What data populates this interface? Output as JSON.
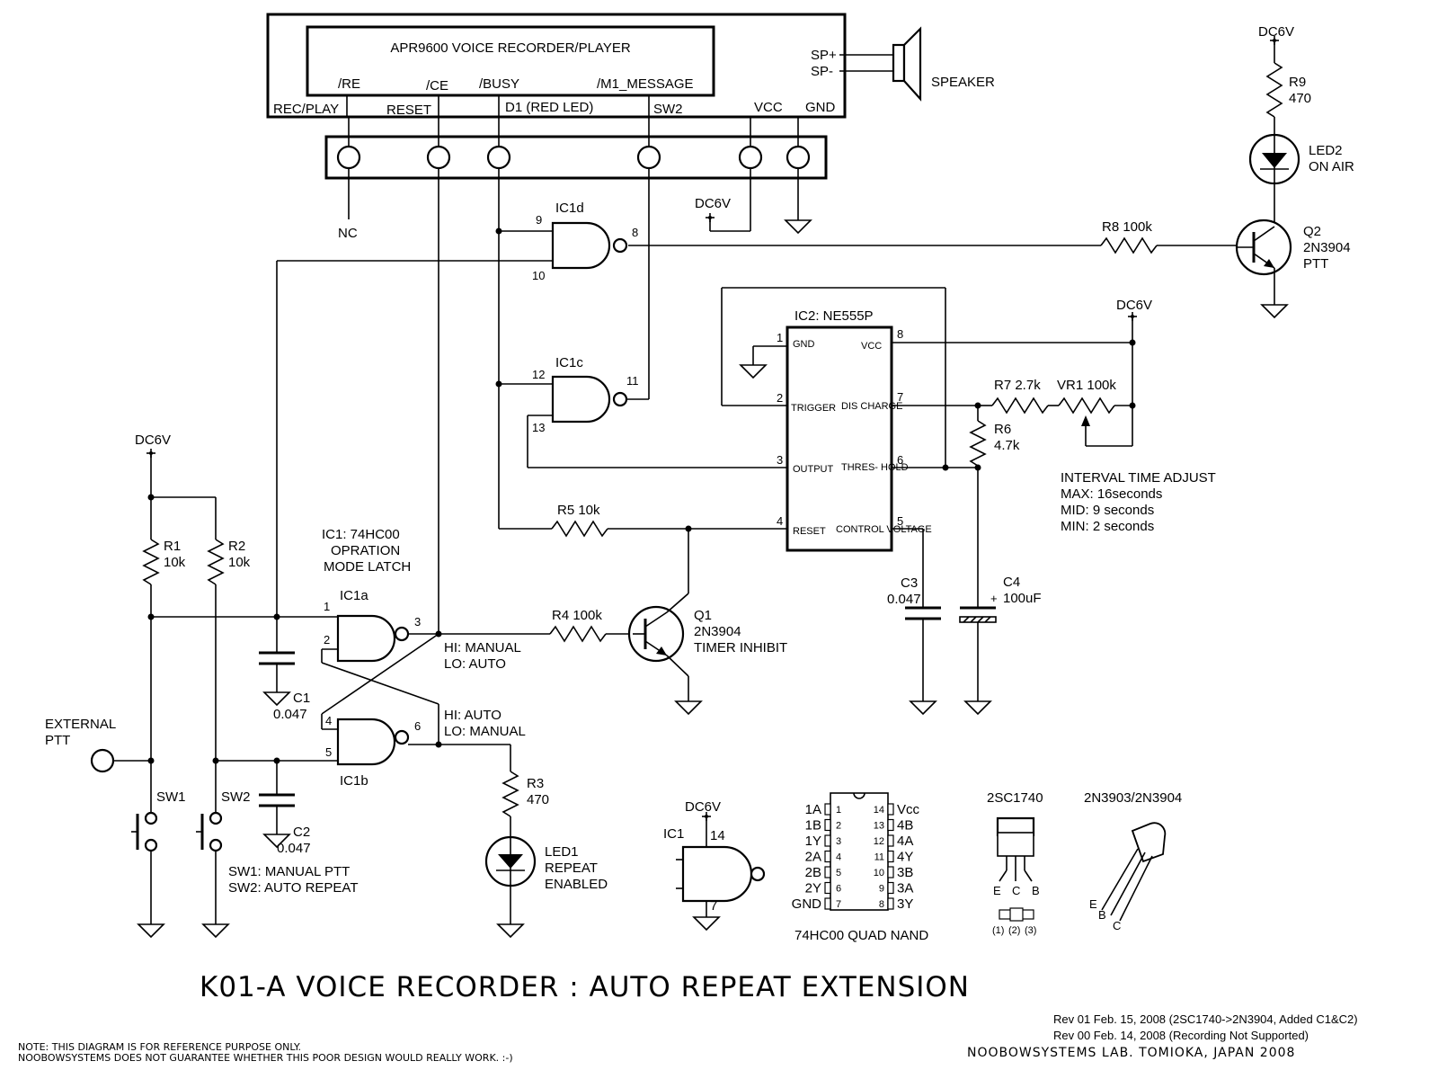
{
  "apr": {
    "title": "APR9600 VOICE RECORDER/PLAYER",
    "inner_pins": [
      "/RE",
      "/CE",
      "/BUSY",
      "/M1_MESSAGE"
    ],
    "outer_pins": [
      "REC/PLAY",
      "RESET",
      "D1 (RED LED)",
      "SW2",
      "VCC",
      "GND"
    ],
    "sp_plus": "SP+",
    "sp_minus": "SP-",
    "speaker": "SPEAKER",
    "nc": "NC"
  },
  "supply": "DC6V",
  "gates": {
    "ic1d": "IC1d",
    "ic1c": "IC1c",
    "ic1a": "IC1a",
    "ic1b": "IC1b",
    "pins": {
      "p9": "9",
      "p10": "10",
      "p8": "8",
      "p12": "12",
      "p13": "13",
      "p11": "11",
      "p1": "1",
      "p2": "2",
      "p3": "3",
      "p4": "4",
      "p5": "5",
      "p6": "6"
    }
  },
  "ic1_desc": [
    "IC1: 74HC00",
    "OPRATION",
    "MODE LATCH"
  ],
  "ne555": {
    "title": "IC2: NE555P",
    "left_pins": [
      {
        "num": "1",
        "name": "GND"
      },
      {
        "num": "2",
        "name": "TRIGGER"
      },
      {
        "num": "3",
        "name": "OUTPUT"
      },
      {
        "num": "4",
        "name": "RESET"
      }
    ],
    "right_pins": [
      {
        "num": "8",
        "name": "VCC"
      },
      {
        "num": "7",
        "name": "DIS CHARGE"
      },
      {
        "num": "6",
        "name": "THRES- HOLD"
      },
      {
        "num": "5",
        "name": "CONTROL VOLTAGE"
      }
    ]
  },
  "components": {
    "r1": [
      "R1",
      "10k"
    ],
    "r2": [
      "R2",
      "10k"
    ],
    "r3": [
      "R3",
      "470"
    ],
    "r4": "R4 100k",
    "r5": "R5  10k",
    "r6": [
      "R6",
      "4.7k"
    ],
    "r7": "R7  2.7k",
    "vr1": "VR1 100k",
    "r8": "R8 100k",
    "r9": [
      "R9",
      "470"
    ],
    "c1": [
      "C1",
      "0.047"
    ],
    "c2": [
      "C2",
      "0.047"
    ],
    "c3": [
      "C3",
      "0.047"
    ],
    "c4": [
      "C4",
      "100uF"
    ],
    "q1": [
      "Q1",
      "2N3904",
      "TIMER INHIBIT"
    ],
    "q2": [
      "Q2",
      "2N3904",
      "PTT"
    ],
    "led1": [
      "LED1",
      "REPEAT",
      "ENABLED"
    ],
    "led2": [
      "LED2",
      "ON AIR"
    ],
    "sw1": "SW1",
    "sw2": "SW2"
  },
  "notes": {
    "ic1a_out": [
      "HI: MANUAL",
      "LO: AUTO"
    ],
    "ic1b_out": [
      "HI: AUTO",
      "LO: MANUAL"
    ],
    "external_ptt": [
      "EXTERNAL",
      "PTT"
    ],
    "switches": [
      "SW1: MANUAL PTT",
      "SW2: AUTO REPEAT"
    ],
    "interval": [
      "INTERVAL TIME ADJUST",
      "MAX: 16seconds",
      "MID: 9 seconds",
      "MIN: 2 seconds"
    ]
  },
  "legend": {
    "ic1": "IC1",
    "p14": "14",
    "p7": "7",
    "pinout_left": [
      "1A",
      "1B",
      "1Y",
      "2A",
      "2B",
      "2Y",
      "GND"
    ],
    "pinout_right": [
      "Vcc",
      "4B",
      "4A",
      "4Y",
      "3B",
      "3A",
      "3Y"
    ],
    "pinout_left_nums": [
      "1",
      "2",
      "3",
      "4",
      "5",
      "6",
      "7"
    ],
    "pinout_right_nums": [
      "14",
      "13",
      "12",
      "11",
      "10",
      "9",
      "8"
    ],
    "pinout_caption": "74HC00 QUAD NAND",
    "t1_title": "2SC1740",
    "t1_pins": [
      "E",
      "C",
      "B"
    ],
    "t1_nums": [
      "(1)",
      "(2)",
      "(3)"
    ],
    "t2_title": "2N3903/2N3904",
    "t2_pins": [
      "E",
      "B",
      "C"
    ]
  },
  "title": "K01-A VOICE RECORDER : AUTO REPEAT EXTENSION",
  "revisions": [
    "Rev 01 Feb. 15, 2008 (2SC1740->2N3904, Added C1&C2)",
    "Rev 00 Feb. 14, 2008  (Recording Not Supported)"
  ],
  "lab": "NOOBOWSYSTEMS LAB. TOMIOKA, JAPAN 2008",
  "disclaimer": [
    "NOTE: THIS DIAGRAM IS FOR REFERENCE PURPOSE ONLY.",
    "NOOBOWSYSTEMS DOES NOT GUARANTEE WHETHER THIS POOR DESIGN WOULD REALLY WORK. :-)"
  ]
}
